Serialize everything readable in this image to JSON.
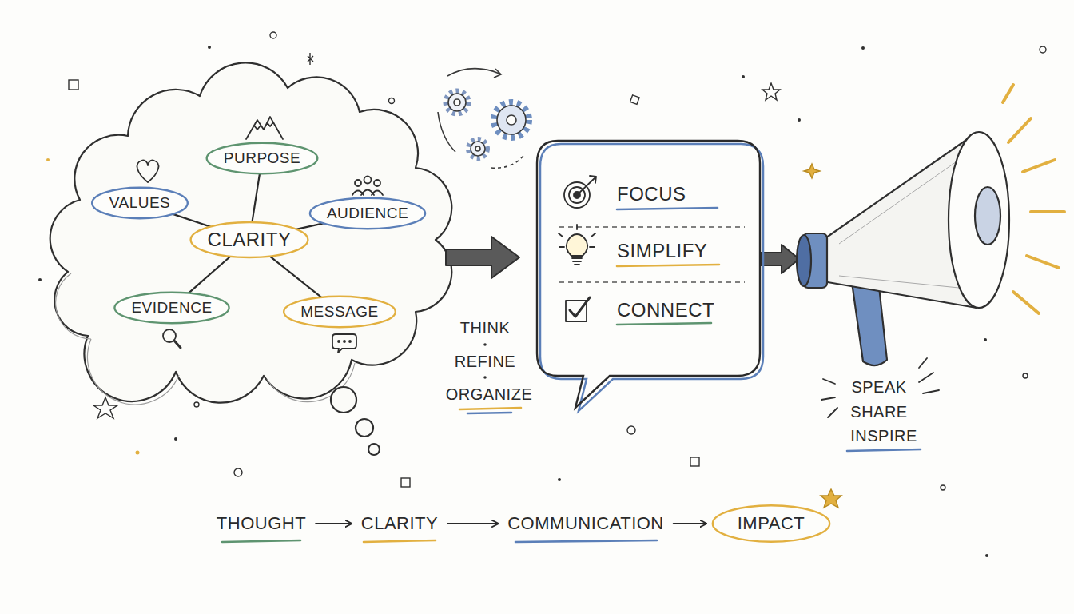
{
  "diagram": {
    "nodes": [
      {
        "text": [
          "PURPOSE"
        ]
      },
      {
        "text": [
          "VALUES"
        ]
      },
      {
        "text": [
          "AUDIENCE"
        ]
      },
      {
        "text": [
          "CLARITY"
        ]
      },
      {
        "text": [
          "EVIDENCE"
        ]
      },
      {
        "text": [
          "MESSAGE"
        ]
      },
      {
        "text": [
          "FOCUS",
          "SIMPLIFY",
          "CONNECT"
        ]
      },
      {
        "text": [
          "THOUGHT"
        ]
      },
      {
        "text": [
          "CLARITY"
        ]
      },
      {
        "text": [
          "COMMUNICATION"
        ]
      },
      {
        "text": [
          "IMPACT"
        ]
      }
    ],
    "edges": [
      {
        "from": 3,
        "to": 0,
        "arrow": "none"
      },
      {
        "from": 3,
        "to": 1,
        "arrow": "none"
      },
      {
        "from": 3,
        "to": 2,
        "arrow": "none"
      },
      {
        "from": 3,
        "to": 4,
        "arrow": "none"
      },
      {
        "from": 3,
        "to": 5,
        "arrow": "none"
      },
      {
        "from": 7,
        "to": 8,
        "arrow": "to"
      },
      {
        "from": 8,
        "to": 9,
        "arrow": "to"
      },
      {
        "from": 9,
        "to": 10,
        "arrow": "to"
      }
    ],
    "labels": [
      "THINK",
      "REFINE",
      "ORGANIZE",
      "SPEAK",
      "SHARE",
      "INSPIRE"
    ]
  }
}
